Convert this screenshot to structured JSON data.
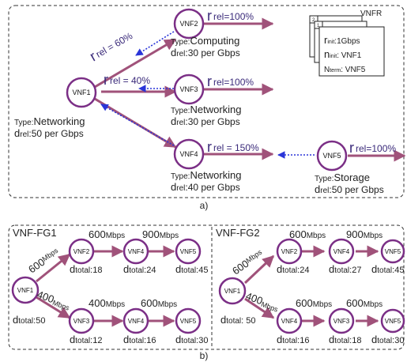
{
  "colors": {
    "node_stroke": "#7b2f86",
    "arrow_solid": "#a0527a",
    "arrow_dotted": "#2a35d8",
    "rel_text": "#3a2a7a",
    "frame": "#333333"
  },
  "part_a": {
    "caption": "a)",
    "nodes": {
      "vnf1": "VNF1",
      "vnf2": "VNF2",
      "vnf3": "VNF3",
      "vnf4": "VNF4",
      "vnf5": "VNF5"
    },
    "rel_labels": {
      "vnf1_to_vnf2": {
        "r": "r",
        "sub": "rel = 60%"
      },
      "vnf1_to_vnf3": {
        "r": "r",
        "sub": "rel = 40%"
      },
      "vnf1_to_vnf4": {
        "r": "r",
        "sub": "rel = 150%"
      },
      "vnf2_out": {
        "r": "r",
        "sub": "rel=100%"
      },
      "vnf3_out": {
        "r": "r",
        "sub": "rel=100%"
      },
      "vnf5_out": {
        "r": "r",
        "sub": "rel=100%"
      }
    },
    "descriptions": {
      "vnf1": {
        "type_prefix": "Type:",
        "type": "Networking",
        "d_prefix": "d",
        "d_sub": "rel",
        "d_val": ":50 per Gbps"
      },
      "vnf2": {
        "type_prefix": "Type:",
        "type": "Computing",
        "d_prefix": "d",
        "d_sub": "rel",
        "d_val": ":30 per Gbps"
      },
      "vnf3": {
        "type_prefix": "Type:",
        "type": "Networking",
        "d_prefix": "d",
        "d_sub": "rel",
        "d_val": ":30 per Gbps"
      },
      "vnf4": {
        "type_prefix": "Type:",
        "type": "Networking",
        "d_prefix": "d",
        "d_sub": "rel",
        "d_val": ":40 per Gbps"
      },
      "vnf5": {
        "type_prefix": "Type:",
        "type": "Storage",
        "d_prefix": "d",
        "d_sub": "rel",
        "d_val": ":50 per Gbps"
      }
    },
    "vnfr": {
      "title": "VNFR",
      "tab2": "2",
      "tab1": "1",
      "r_init": {
        "main": "r",
        "sub": "init",
        "val": ":1Gbps"
      },
      "n_init": {
        "main": "n",
        "sub": "init",
        "val": ": VNF1"
      },
      "n_term": {
        "main": "N",
        "sub": "term",
        "val": ": VNF5"
      }
    }
  },
  "part_b": {
    "caption": "b)",
    "fg1": {
      "title": "VNF-FG1",
      "nodes": [
        "VNF1",
        "VNF2",
        "VNF4",
        "VNF5",
        "VNF3",
        "VNF4",
        "VNF5"
      ],
      "rates": {
        "upper_diag": "600",
        "upper_diag_unit": "Mbps",
        "lower_diag": "400",
        "lower_diag_unit": "Mbps",
        "upper_mid": "600",
        "upper_mid_unit": "Mbps",
        "upper_right": "900",
        "upper_right_unit": "Mbps",
        "lower_mid": "400",
        "lower_mid_unit": "Mbps",
        "lower_right": "600",
        "lower_right_unit": "Mbps"
      },
      "dtotals": {
        "vnf1": ":50",
        "upper_vnf2": ":18",
        "upper_vnf4": ":24",
        "upper_vnf5": ":45",
        "lower_vnf3": ":12",
        "lower_vnf4": ":16",
        "lower_vnf5": ":30"
      }
    },
    "fg2": {
      "title": "VNF-FG2",
      "nodes": [
        "VNF1",
        "VNF2",
        "VNF4",
        "VNF5",
        "VNF4",
        "VNF3",
        "VNF5"
      ],
      "rates": {
        "upper_diag": "600",
        "upper_diag_unit": "Mbps",
        "lower_diag": "400",
        "lower_diag_unit": "Mbps",
        "upper_mid": "600",
        "upper_mid_unit": "Mbps",
        "upper_right": "900",
        "upper_right_unit": "Mbps",
        "lower_mid": "600",
        "lower_mid_unit": "Mbps",
        "lower_right": "600",
        "lower_right_unit": "Mbps"
      },
      "dtotals": {
        "vnf1": ": 50",
        "upper_vnf2": ":24",
        "upper_vnf4": ":27",
        "upper_vnf5": ":45",
        "lower_vnf4": ":16",
        "lower_vnf3": ":18",
        "lower_vnf5": ":30"
      }
    },
    "d_main": "d",
    "d_sub": "total"
  }
}
